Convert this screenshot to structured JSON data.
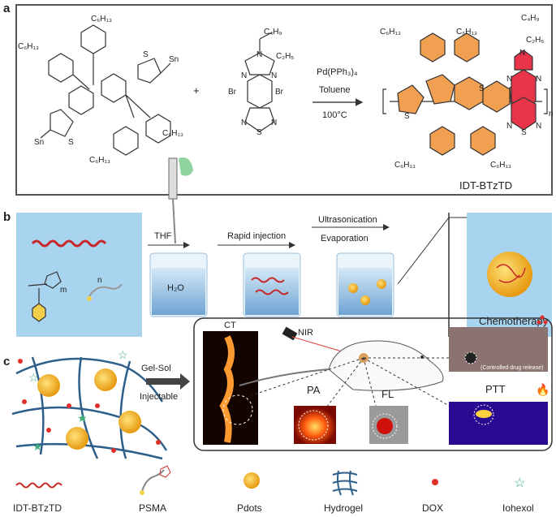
{
  "panels": {
    "a": {
      "label": "a",
      "plus": "+",
      "catalyst": "Pd(PPh₃)₄",
      "solvent": "Toluene",
      "temperature": "100°C",
      "product_name": "IDT-BTzTD",
      "monomer1_labels": [
        "C₆H₁₃",
        "C₆H₁₃",
        "C₆H₁₃",
        "C₆H₁₃",
        "Sn",
        "Sn",
        "S",
        "S"
      ],
      "monomer2_labels": [
        "C₄H₉",
        "C₂H₅",
        "N",
        "N",
        "N",
        "Br",
        "Br",
        "N",
        "N",
        "S"
      ],
      "product_labels": [
        "C₆H₁₃",
        "C₆H₁₃",
        "C₆H₁₃",
        "C₆H₁₃",
        "C₄H₉",
        "C₂H₅",
        "S",
        "S",
        "N",
        "N",
        "N",
        "N",
        "N",
        "S",
        "n"
      ],
      "colors": {
        "idt": "#f0a050",
        "btz": "#e8354a"
      }
    },
    "b": {
      "label": "b",
      "step1": "THF",
      "step2": "Rapid injection",
      "step3a": "Ultrasonication",
      "step3b": "Evaporation",
      "beaker_label": "H₂O",
      "polymer_labels": [
        "m",
        "n"
      ],
      "colors": {
        "background": "#a9d4f0",
        "polymer": "#c8282a",
        "pdot": "#f2b417"
      }
    },
    "c": {
      "label": "c",
      "transition1": "Gel-Sol",
      "transition2": "Injectable",
      "imaging": {
        "ct": "CT",
        "nir": "NIR",
        "chemotherapy": "Chemotherapy",
        "pa": "PA",
        "fl": "FL",
        "ptt": "PTT",
        "photo_caption": "(Controlled drug release)"
      },
      "colors": {
        "hydrogel": "#2e5f8a",
        "dox": "#e0302a",
        "iohexol": "#3fae7a"
      }
    }
  },
  "legend": [
    {
      "label": "IDT-BTzTD",
      "icon": "wavy-polymer-icon"
    },
    {
      "label": "PSMA",
      "icon": "psma-molecule-icon"
    },
    {
      "label": "Pdots",
      "icon": "pdot-nanoparticle-icon"
    },
    {
      "label": "Hydrogel",
      "icon": "hydrogel-network-icon"
    },
    {
      "label": "DOX",
      "icon": "red-dot-icon"
    },
    {
      "label": "Iohexol",
      "icon": "green-star-icon"
    }
  ]
}
